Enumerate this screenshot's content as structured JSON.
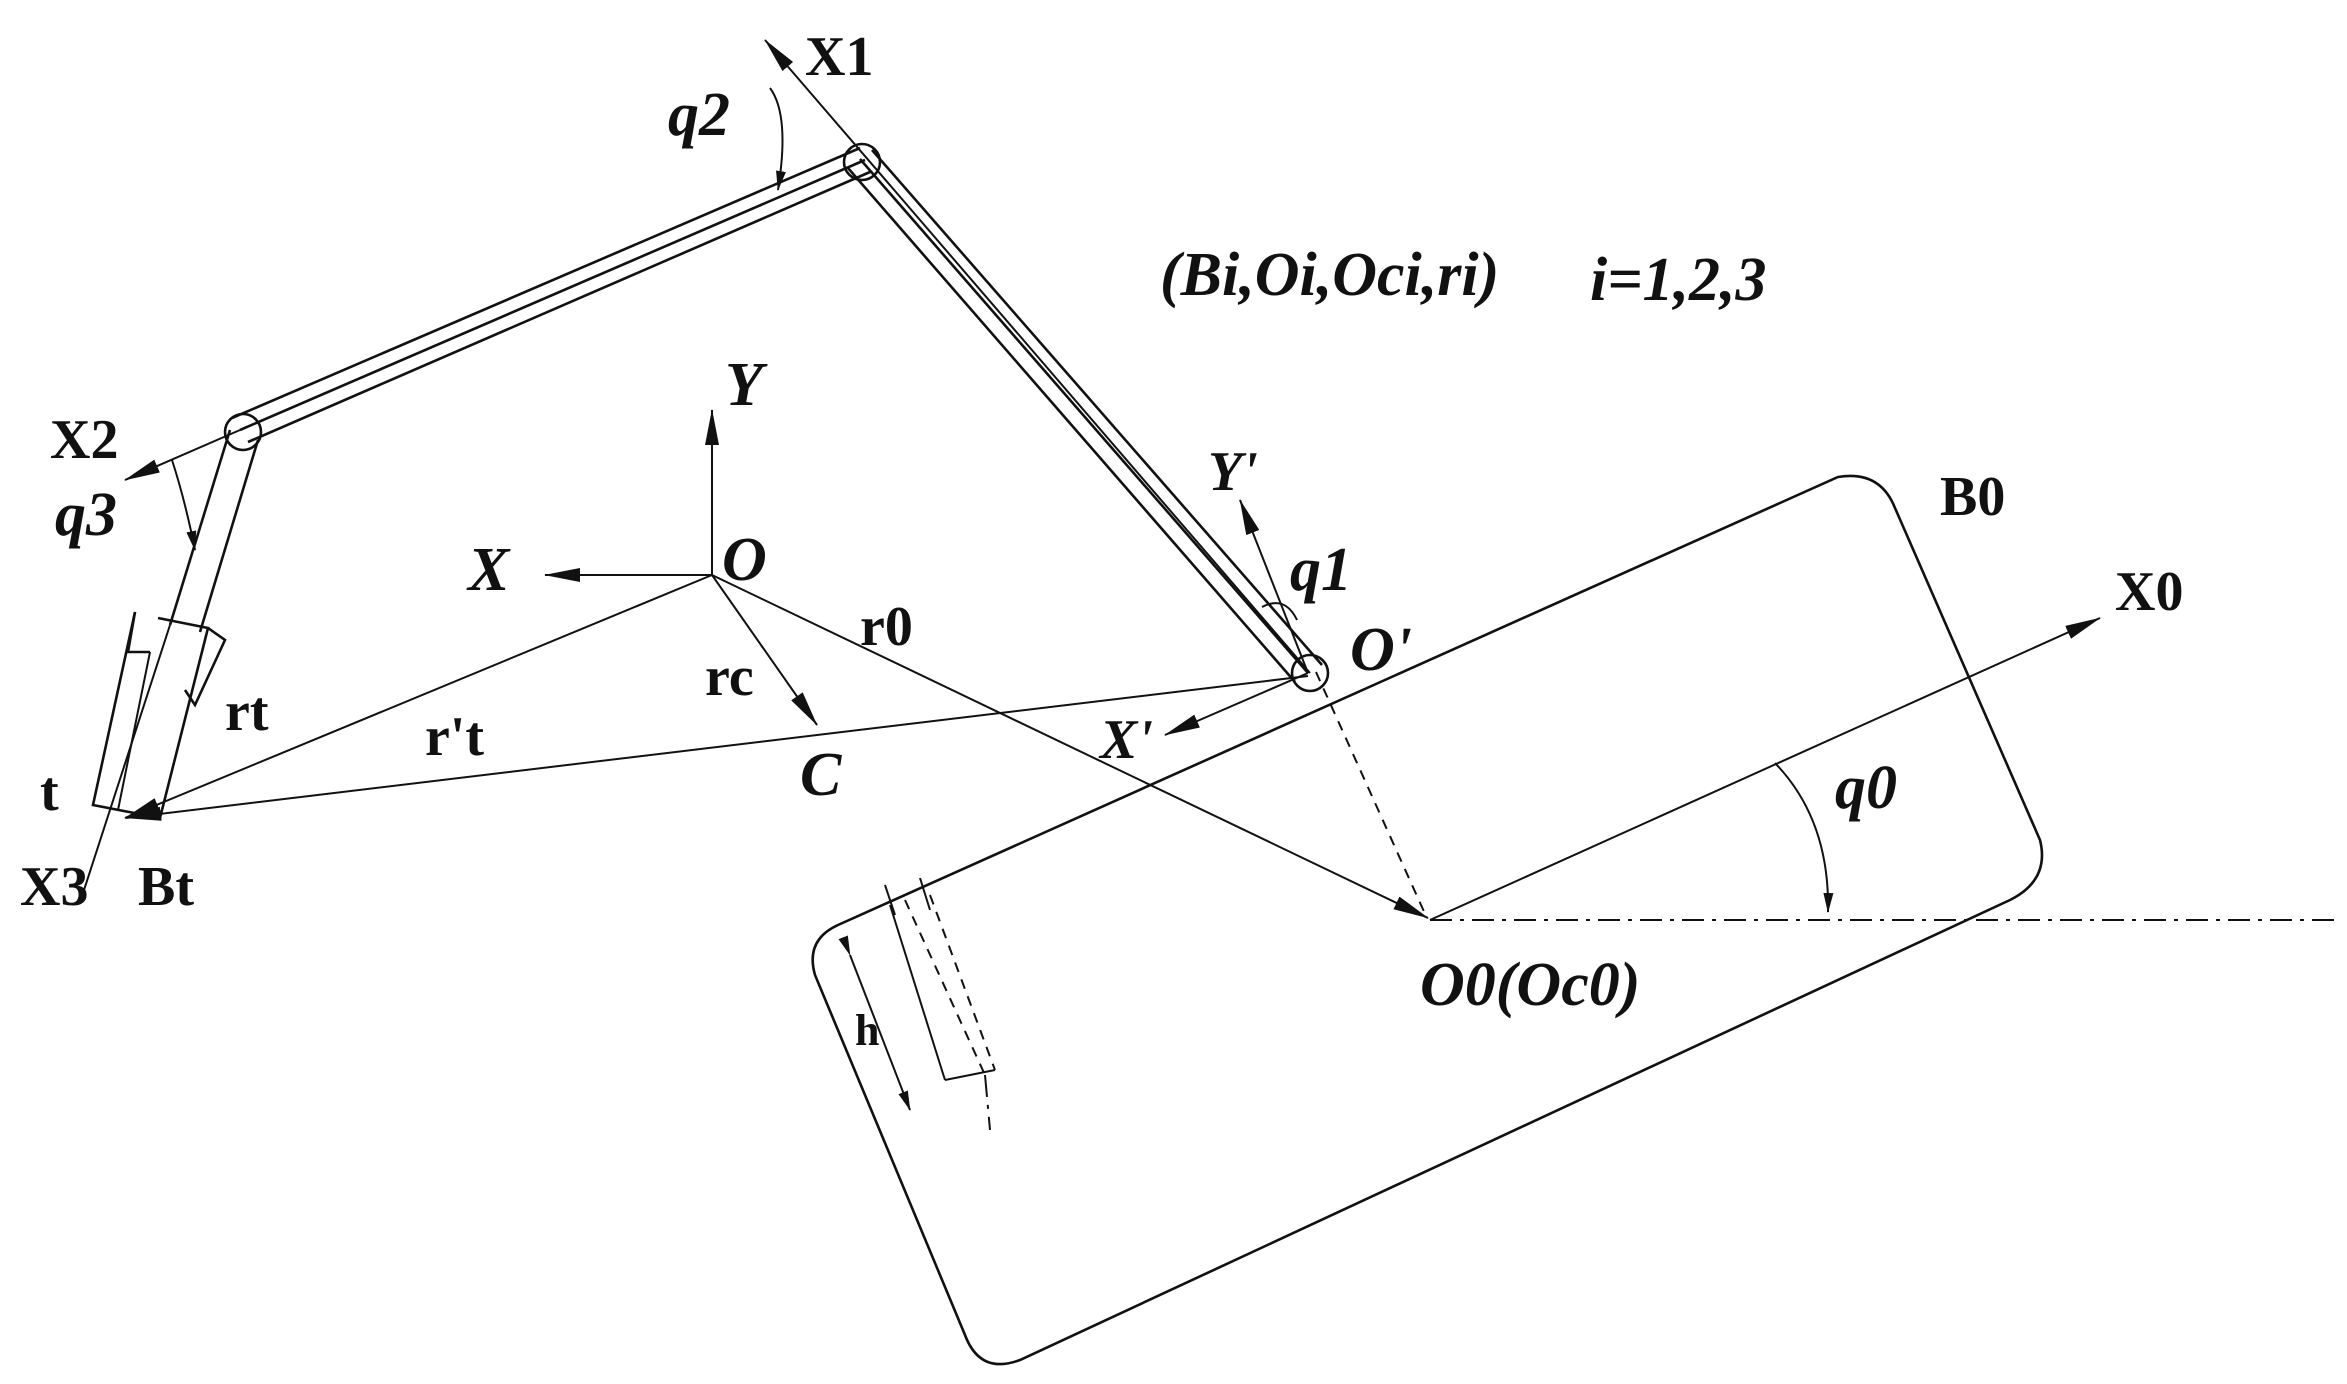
{
  "labels": {
    "x1": "X1",
    "x2": "X2",
    "x3": "X3",
    "q1": "q1",
    "q2": "q2",
    "q3": "q3",
    "q0": "q0",
    "y": "Y",
    "x": "X",
    "o": "O",
    "y_prime": "Y'",
    "x_prime": "X'",
    "o_prime": "O'",
    "b0": "B0",
    "x0": "X0",
    "r0": "r0",
    "rc": "rc",
    "rt": "rt",
    "rt_prime": "r't",
    "c": "C",
    "t": "t",
    "bt": "Bt",
    "o0": "O0(Oc0)",
    "h": "h",
    "tuple": "(Bi,Oi,Oci,ri)",
    "index": "i=1,2,3"
  }
}
